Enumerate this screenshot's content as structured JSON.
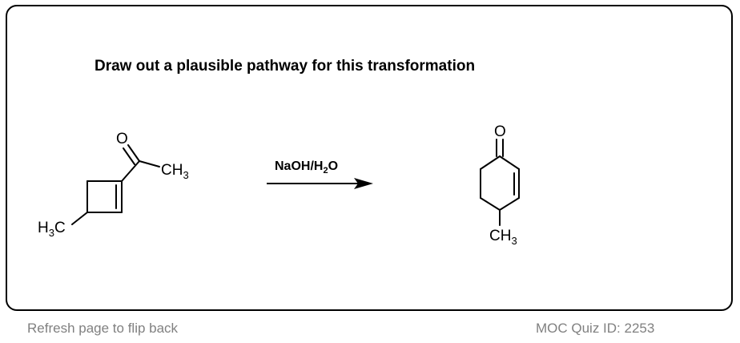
{
  "prompt": "Draw out a plausible pathway for this transformation",
  "reactant": {
    "carbonyl_oxygen": "O",
    "methyl_ketone": {
      "main": "CH",
      "sub": "3"
    },
    "methyl_ring": {
      "main_h": "H",
      "sub": "3",
      "main_c": "C"
    }
  },
  "reagent": {
    "part1": "NaOH/H",
    "sub": "2",
    "part2": "O"
  },
  "product": {
    "carbonyl_oxygen": "O",
    "methyl": {
      "main": "CH",
      "sub": "3"
    }
  },
  "footer": {
    "left": "Refresh page to flip back",
    "right": "MOC Quiz ID: 2253"
  }
}
